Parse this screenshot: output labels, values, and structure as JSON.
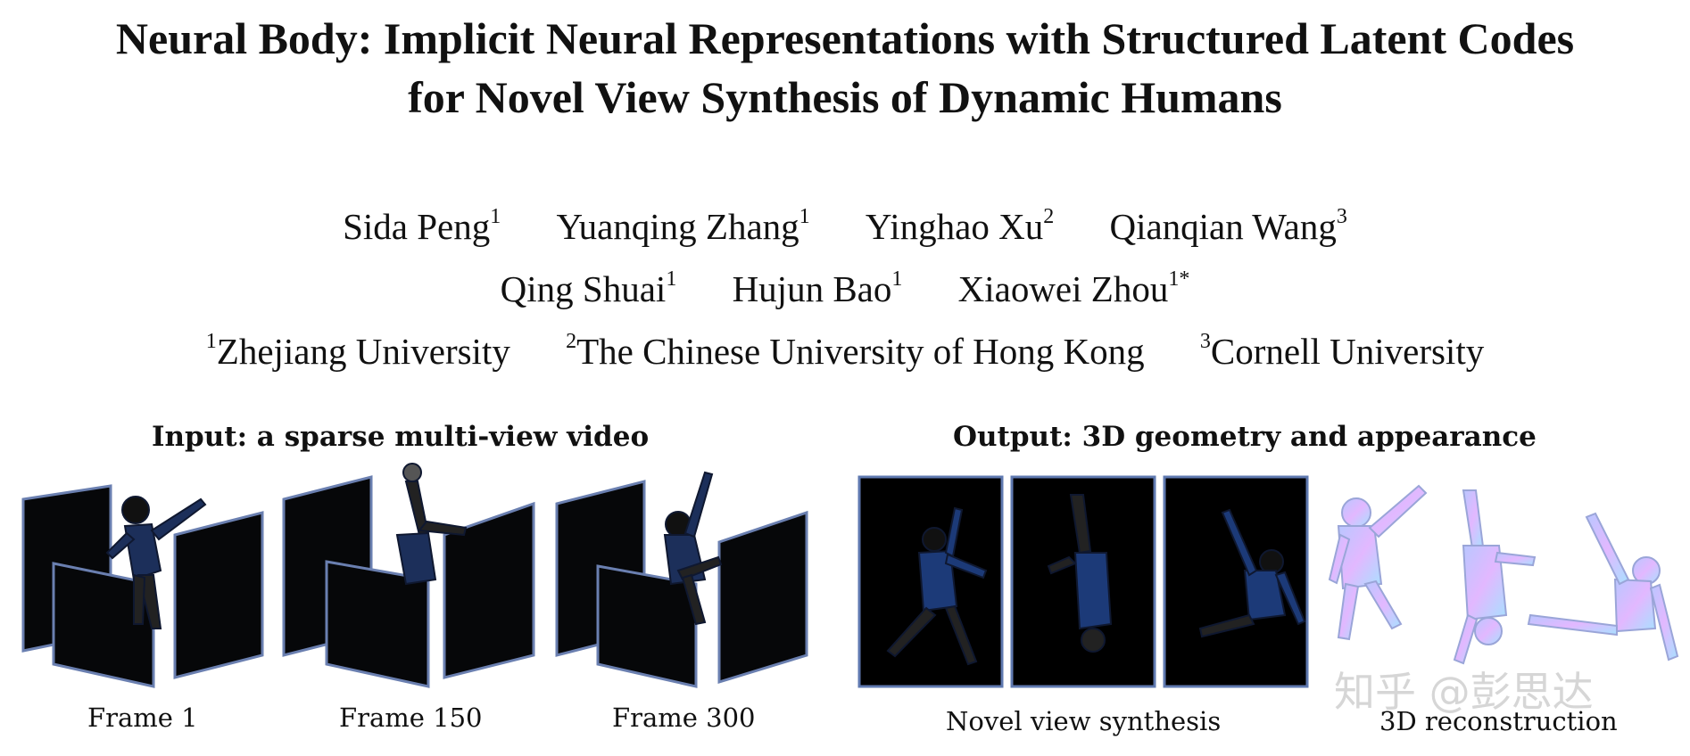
{
  "title": {
    "line1": "Neural Body: Implicit Neural Representations with Structured Latent Codes",
    "line2": "for Novel View Synthesis of Dynamic Humans"
  },
  "authors": [
    {
      "name": "Sida Peng",
      "aff": "1"
    },
    {
      "name": "Yuanqing Zhang",
      "aff": "1"
    },
    {
      "name": "Yinghao Xu",
      "aff": "2"
    },
    {
      "name": "Qianqian Wang",
      "aff": "3"
    },
    {
      "name": "Qing Shuai",
      "aff": "1"
    },
    {
      "name": "Hujun Bao",
      "aff": "1"
    },
    {
      "name": "Xiaowei Zhou",
      "aff": "1*"
    }
  ],
  "affiliations": [
    {
      "num": "1",
      "name": "Zhejiang University"
    },
    {
      "num": "2",
      "name": "The Chinese University of Hong Kong"
    },
    {
      "num": "3",
      "name": "Cornell University"
    }
  ],
  "figure": {
    "input_heading": "Input: a sparse multi-view video",
    "output_heading": "Output: 3D geometry and appearance",
    "frame_captions": [
      "Frame 1",
      "Frame 150",
      "Frame 300"
    ],
    "novel_view_caption": "Novel view synthesis",
    "reconstruction_caption": "3D reconstruction"
  },
  "watermark": "知乎 @彭思达"
}
